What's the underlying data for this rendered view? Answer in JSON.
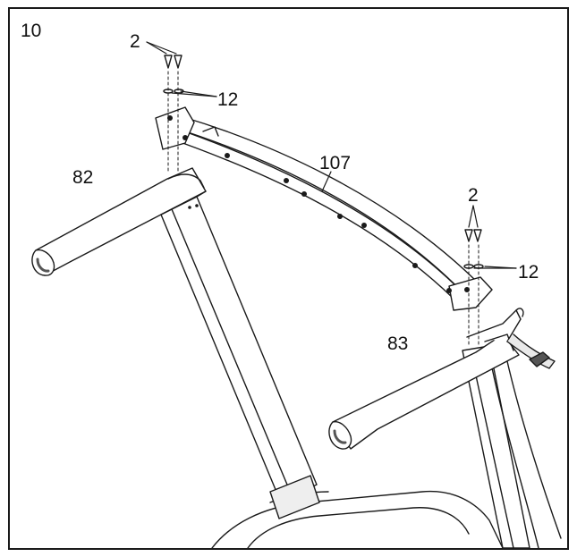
{
  "step": {
    "number": "10"
  },
  "callouts": {
    "screw_left": "2",
    "washer_left": "12",
    "handle_left": "82",
    "crossbar": "107",
    "screw_right": "2",
    "washer_right": "12",
    "handle_right": "83"
  },
  "colors": {
    "line": "#1a1a1a",
    "fill": "#ffffff",
    "shade": "#e9e9e9",
    "dark": "#555555"
  }
}
